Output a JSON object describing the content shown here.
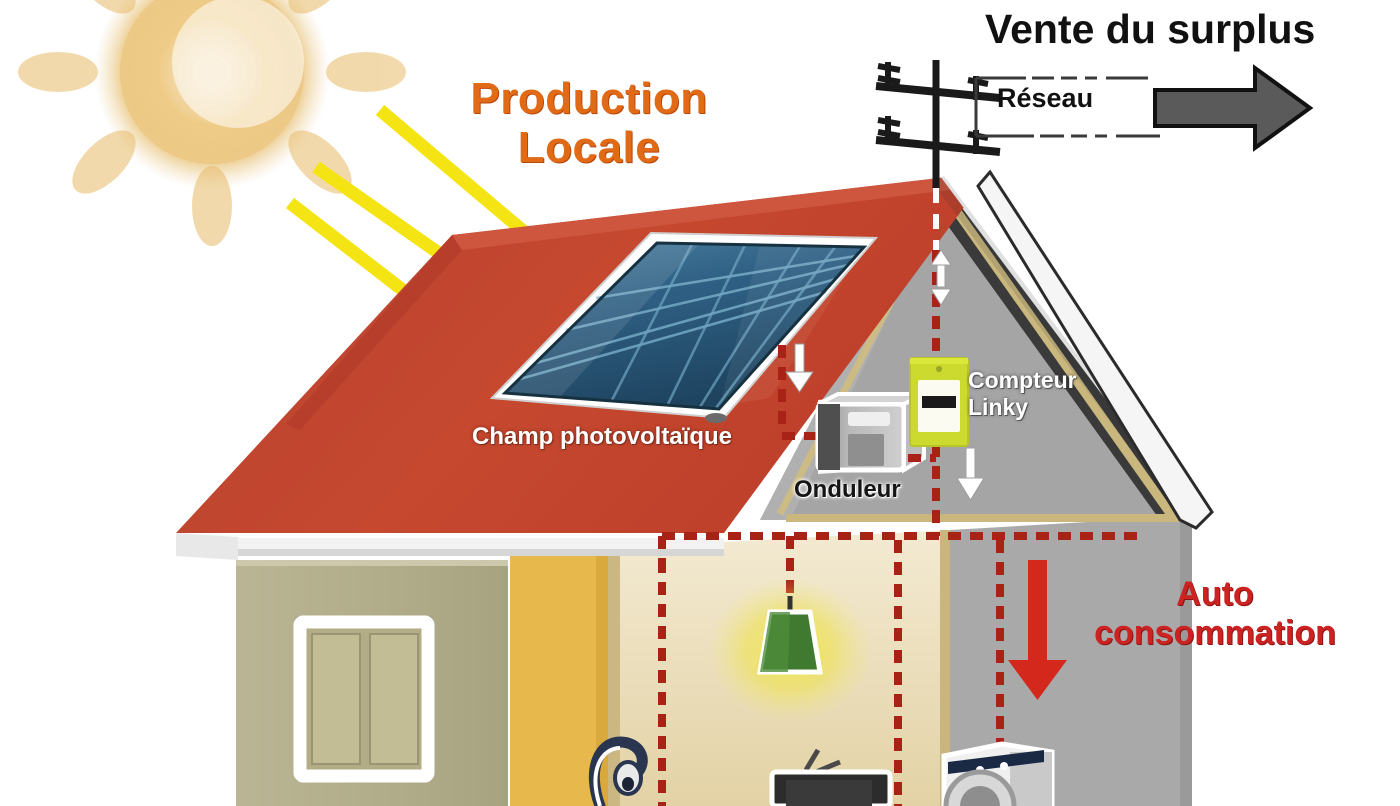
{
  "diagram": {
    "title": "Schéma d'autoconsommation photovoltaïque avec vente du surplus",
    "language": "fr"
  },
  "labels": {
    "production_locale": "Production\nLocale",
    "vente_du_surplus": "Vente du surplus",
    "reseau": "Réseau",
    "auto_consommation": "Auto\nconsommation",
    "champ_photovoltaique": "Champ photovoltaïque",
    "compteur_linky": "Compteur\nLinky",
    "onduleur": "Onduleur"
  },
  "elements": {
    "sun": "sun-icon",
    "sun_rays": 3,
    "solar_panel": "solar-panel",
    "solar_panel_rows": 5,
    "solar_panel_cols": 4,
    "inverter": "inverter-box",
    "meter": "linky-meter",
    "utility_pole": "utility-pole",
    "grid_arrow": "grid-export-arrow",
    "self_consumption_arrow": "self-consumption-arrow",
    "lamp": "pendant-lamp",
    "television": "television",
    "washing_machine": "washing-machine",
    "vacuum": "vacuum-cleaner",
    "window": "house-window"
  },
  "colors": {
    "roof_red": "#c0392b",
    "roof_red_light": "#cb4a33",
    "panel_blue": "#2d5b7a",
    "panel_blue_light": "#3e7ea3",
    "sun_gold": "#e0a93b",
    "ray_yellow": "#f5e414",
    "wire_red": "#a82216",
    "meter_yellow": "#ccd92e",
    "wall_gray": "#a8a8a8",
    "wall_beige": "#b5b18e",
    "wall_gold": "#e8b84b",
    "interior_cream": "#ede1bc",
    "arrow_gray": "#5a5a5a",
    "text_orange": "#e06a16",
    "text_red": "#cc2222",
    "text_black": "#111111"
  }
}
